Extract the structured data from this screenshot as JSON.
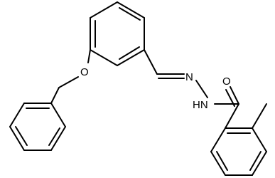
{
  "atoms": {
    "ether_oxygen": "O",
    "carbonyl_oxygen": "O",
    "imine_nitrogen": "N",
    "amide_nh": "HN"
  },
  "colors": {
    "bond": "#000000",
    "background": "#ffffff"
  }
}
